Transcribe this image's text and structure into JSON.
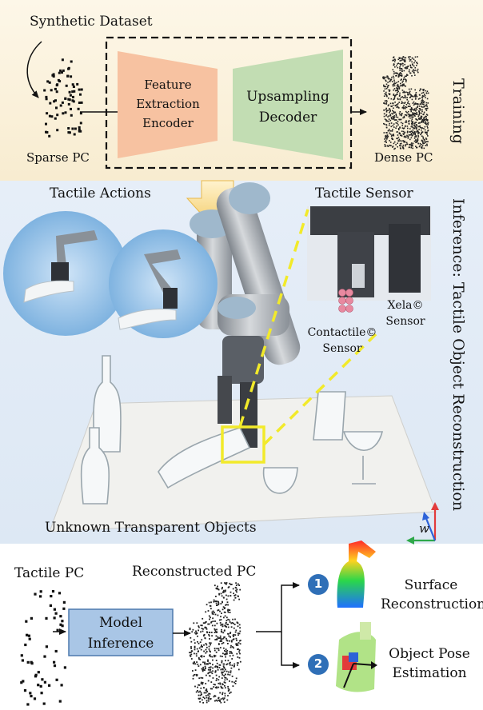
{
  "training": {
    "dataset_label": "Synthetic Dataset",
    "sparse_label": "Sparse PC",
    "encoder_label_1": "Feature",
    "encoder_label_2": "Extraction",
    "encoder_label_3": "Encoder",
    "decoder_label_1": "Upsampling",
    "decoder_label_2": "Decoder",
    "dense_label": "Dense PC",
    "side_label": "Training"
  },
  "inference": {
    "side_label": "Inference: Tactile Object Reconstruction",
    "tactile_actions_label": "Tactile Actions",
    "tactile_sensor_label": "Tactile Sensor",
    "xela_label_1": "Xela©",
    "xela_label_2": "Sensor",
    "contactile_label_1": "Contactile©",
    "contactile_label_2": "Sensor",
    "objects_label": "Unknown Transparent Objects",
    "frame_label": "w"
  },
  "bottom": {
    "tactile_pc_label": "Tactile PC",
    "reconstructed_label": "Reconstructed PC",
    "model_label_1": "Model",
    "model_label_2": "Inference",
    "step1_number": "1",
    "step1_label_1": "Surface",
    "step1_label_2": "Reconstruction",
    "step2_number": "2",
    "step2_label_1": "Object Pose",
    "step2_label_2": "Estimation"
  },
  "colors": {
    "training_bg": "#fbf2dc",
    "inference_bg": "#e3ecf6",
    "encoder": "#f7c2a1",
    "decoder": "#c2ddb3",
    "model_box": "#a9c6e6",
    "step_circle": "#2f6fb7",
    "highlight": "#f2ea2a"
  }
}
